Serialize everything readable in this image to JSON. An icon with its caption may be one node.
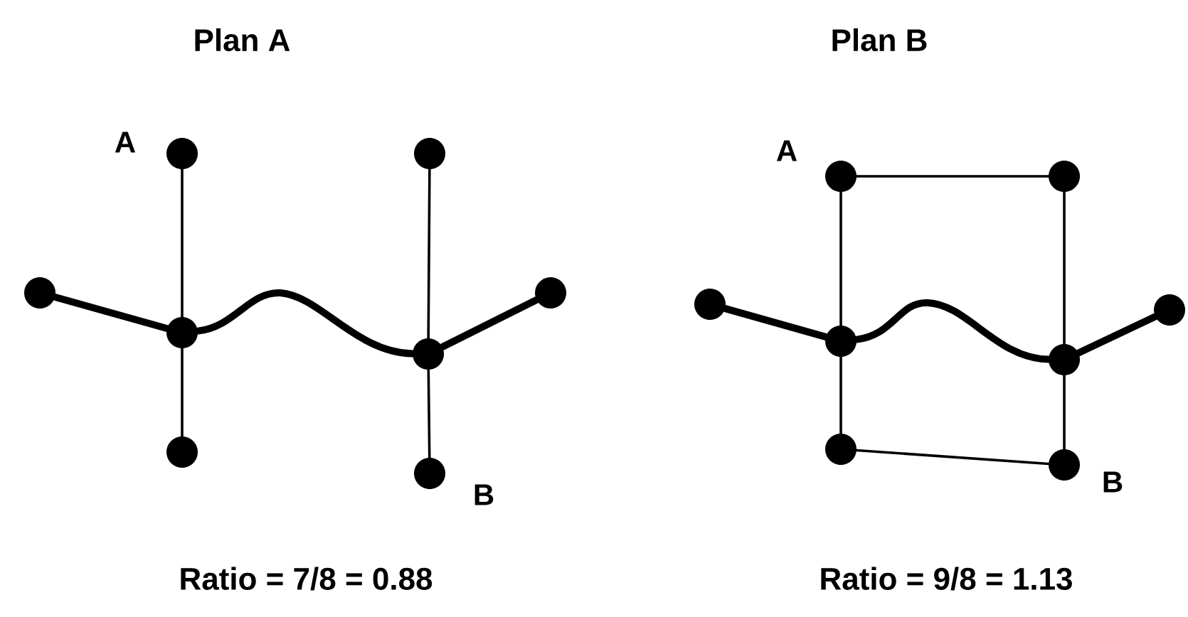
{
  "diagram": {
    "nodes": [
      {
        "text": [],
        "shape": "circle",
        "beside": [
          "A"
        ]
      },
      {
        "text": [],
        "shape": "circle"
      },
      {
        "text": [],
        "shape": "circle"
      },
      {
        "text": [],
        "shape": "circle"
      },
      {
        "text": [],
        "shape": "circle"
      },
      {
        "text": [],
        "shape": "circle"
      },
      {
        "text": [],
        "shape": "circle"
      },
      {
        "text": [],
        "shape": "circle",
        "beside": [
          "B"
        ]
      },
      {
        "text": [],
        "shape": "circle",
        "beside": [
          "A"
        ]
      },
      {
        "text": [],
        "shape": "circle"
      },
      {
        "text": [],
        "shape": "circle"
      },
      {
        "text": [],
        "shape": "circle"
      },
      {
        "text": [],
        "shape": "circle"
      },
      {
        "text": [],
        "shape": "circle"
      },
      {
        "text": [],
        "shape": "circle"
      },
      {
        "text": [],
        "shape": "circle",
        "beside": [
          "B"
        ]
      }
    ],
    "edges": [
      {
        "from": 2,
        "to": 3,
        "arrow": "none",
        "style": "thick"
      },
      {
        "from": 3,
        "to": 4,
        "arrow": "none",
        "style": "thick"
      },
      {
        "from": 4,
        "to": 5,
        "arrow": "none",
        "style": "thick"
      },
      {
        "from": 0,
        "to": 3,
        "arrow": "none"
      },
      {
        "from": 3,
        "to": 6,
        "arrow": "none"
      },
      {
        "from": 1,
        "to": 4,
        "arrow": "none"
      },
      {
        "from": 4,
        "to": 7,
        "arrow": "none"
      },
      {
        "from": 10,
        "to": 11,
        "arrow": "none",
        "style": "thick"
      },
      {
        "from": 11,
        "to": 12,
        "arrow": "none",
        "style": "thick"
      },
      {
        "from": 12,
        "to": 13,
        "arrow": "none",
        "style": "thick"
      },
      {
        "from": 8,
        "to": 9,
        "arrow": "none"
      },
      {
        "from": 8,
        "to": 11,
        "arrow": "none"
      },
      {
        "from": 11,
        "to": 14,
        "arrow": "none"
      },
      {
        "from": 9,
        "to": 12,
        "arrow": "none"
      },
      {
        "from": 12,
        "to": 15,
        "arrow": "none"
      },
      {
        "from": 14,
        "to": 15,
        "arrow": "none"
      }
    ],
    "labels": [
      "Plan A",
      "Plan B",
      "Ratio = 7/8 = 0.88",
      "Ratio = 9/8 = 1.13"
    ]
  }
}
